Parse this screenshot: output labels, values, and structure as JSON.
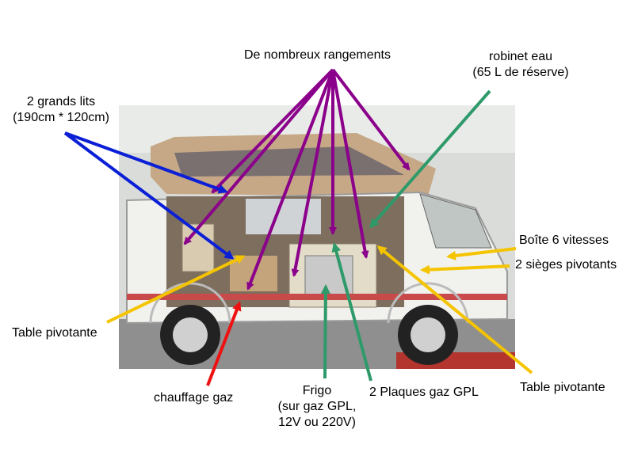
{
  "labels": {
    "rangements": "De nombreux rangements",
    "robinet_line1": "robinet eau",
    "robinet_line2": "(65 L de réserve)",
    "lits_line1": "2 grands lits",
    "lits_line2": "(190cm * 120cm)",
    "boite": "Boîte 6 vitesses",
    "sieges": "2 sièges pivotants",
    "table_left": "Table pivotante",
    "table_right": "Table pivotante",
    "chauffage": "chauffage gaz",
    "frigo_line1": "Frigo",
    "frigo_line2": "(sur gaz GPL,",
    "frigo_line3": "12V ou 220V)",
    "plaques": "2 Plaques gaz GPL"
  },
  "colors": {
    "purple": "#8b008b",
    "blue": "#0a1fd6",
    "green": "#2e9a6a",
    "yellow": "#f5c400",
    "red": "#ee1111"
  }
}
